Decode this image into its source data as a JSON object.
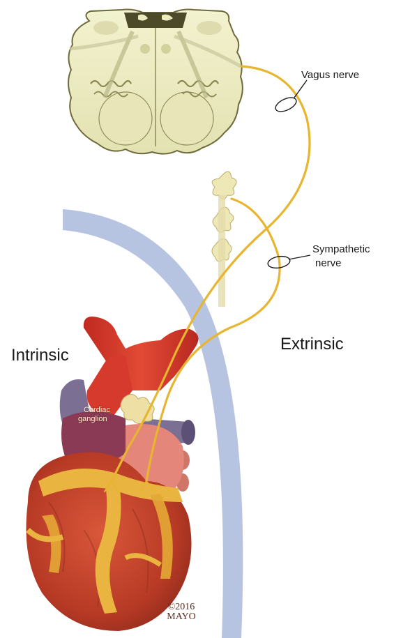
{
  "labels": {
    "vagus_nerve": "Vagus nerve",
    "sympathetic_nerve_line1": "Sympathetic",
    "sympathetic_nerve_line2": "nerve",
    "intrinsic": "Intrinsic",
    "extrinsic": "Extrinsic",
    "cardiac_ganglion_line1": "Cardiac",
    "cardiac_ganglion_line2": "ganglion",
    "copyright_year": "©2016",
    "copyright_org": "MAYO"
  },
  "colors": {
    "nerve": "#e7b52f",
    "spinal_cord": "#ecebc0",
    "spinal_cord_outline": "#6d6a3c",
    "vessel_band": "#a9b9dc",
    "aorta": "#d8382a",
    "vein": "#7b6f93",
    "heart_muscle": "#c8472c",
    "coronary_fat": "#e9b440",
    "atrium": "#e5867a"
  }
}
